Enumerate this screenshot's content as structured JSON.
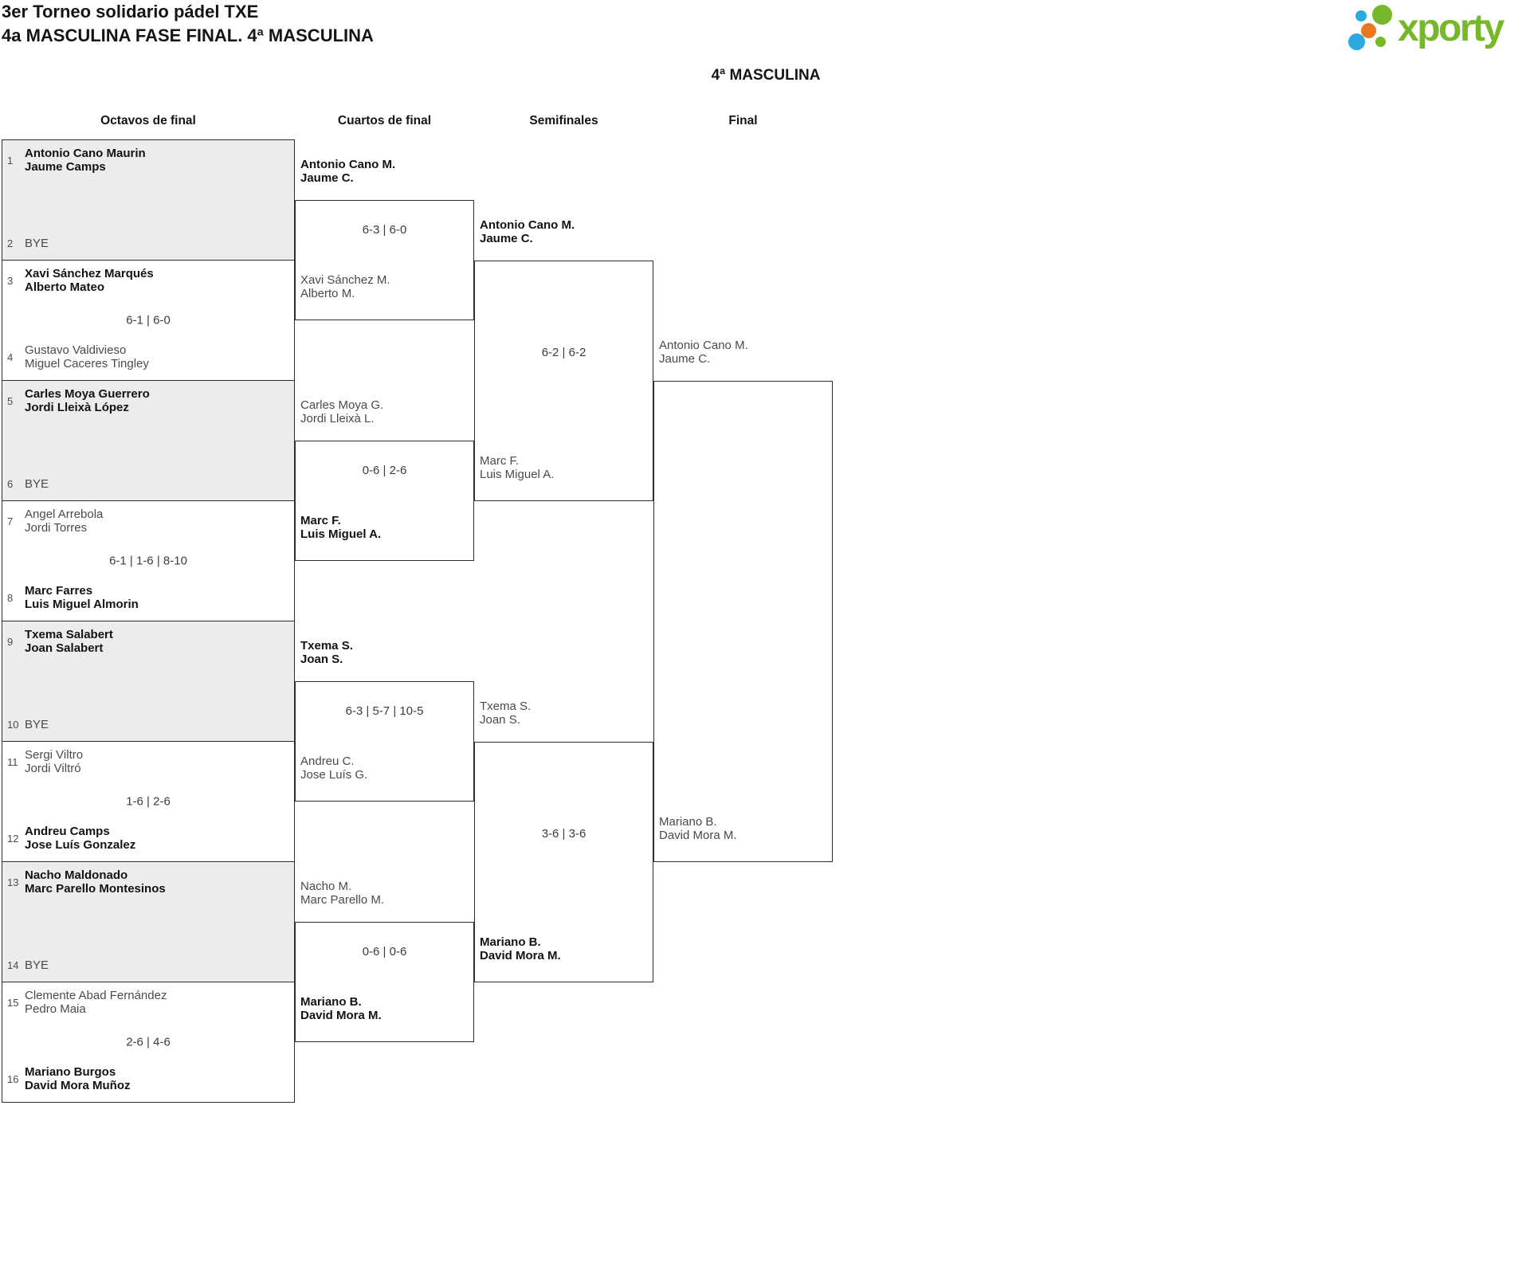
{
  "page": {
    "title_line1": "3er Torneo solidario pádel TXE",
    "title_line2": "4a MASCULINA FASE FINAL. 4ª MASCULINA",
    "category_header": "4ª MASCULINA",
    "logo_text": "xporty"
  },
  "colors": {
    "logo_green": "#76b82a",
    "logo_blue": "#2ba9e1",
    "logo_orange": "#e8791e",
    "box_shaded": "#ececec",
    "box_border": "#2e2e2e"
  },
  "bracket": {
    "rounds": [
      {
        "label": "Octavos de final",
        "matches": [
          {
            "shaded": true,
            "score": null,
            "top": {
              "seed": "1",
              "lines": [
                "Antonio Cano Maurin",
                "Jaume Camps"
              ],
              "winner": true
            },
            "bottom": {
              "seed": "2",
              "lines": [
                "BYE"
              ],
              "winner": false
            }
          },
          {
            "shaded": false,
            "score": "6-1 | 6-0",
            "top": {
              "seed": "3",
              "lines": [
                "Xavi Sánchez Marqués",
                "Alberto Mateo"
              ],
              "winner": true
            },
            "bottom": {
              "seed": "4",
              "lines": [
                "Gustavo Valdivieso",
                "Miguel Caceres Tingley"
              ],
              "winner": false
            }
          },
          {
            "shaded": true,
            "score": null,
            "top": {
              "seed": "5",
              "lines": [
                "Carles Moya Guerrero",
                "Jordi Lleixà López"
              ],
              "winner": true
            },
            "bottom": {
              "seed": "6",
              "lines": [
                "BYE"
              ],
              "winner": false
            }
          },
          {
            "shaded": false,
            "score": "6-1 | 1-6 | 8-10",
            "top": {
              "seed": "7",
              "lines": [
                "Angel Arrebola",
                "Jordi Torres"
              ],
              "winner": false
            },
            "bottom": {
              "seed": "8",
              "lines": [
                "Marc Farres",
                "Luis Miguel Almorin"
              ],
              "winner": true
            }
          },
          {
            "shaded": true,
            "score": null,
            "top": {
              "seed": "9",
              "lines": [
                "Txema Salabert",
                "Joan Salabert"
              ],
              "winner": true
            },
            "bottom": {
              "seed": "10",
              "lines": [
                "BYE"
              ],
              "winner": false
            }
          },
          {
            "shaded": false,
            "score": "1-6 | 2-6",
            "top": {
              "seed": "11",
              "lines": [
                "Sergi Viltro",
                "Jordi Viltró"
              ],
              "winner": false
            },
            "bottom": {
              "seed": "12",
              "lines": [
                "Andreu Camps",
                "Jose Luís Gonzalez"
              ],
              "winner": true
            }
          },
          {
            "shaded": true,
            "score": null,
            "top": {
              "seed": "13",
              "lines": [
                "Nacho Maldonado",
                "Marc Parello Montesinos"
              ],
              "winner": true
            },
            "bottom": {
              "seed": "14",
              "lines": [
                "BYE"
              ],
              "winner": false
            }
          },
          {
            "shaded": false,
            "score": "2-6 | 4-6",
            "top": {
              "seed": "15",
              "lines": [
                "Clemente Abad Fernández",
                "Pedro Maia"
              ],
              "winner": false
            },
            "bottom": {
              "seed": "16",
              "lines": [
                "Mariano Burgos",
                "David Mora Muñoz"
              ],
              "winner": true
            }
          }
        ]
      },
      {
        "label": "Cuartos de final",
        "matches": [
          {
            "score": "6-3 | 6-0",
            "top": {
              "lines": [
                "Antonio Cano M.",
                "Jaume C."
              ],
              "winner": true
            },
            "bottom": {
              "lines": [
                "Xavi Sánchez M.",
                "Alberto M."
              ],
              "winner": false
            }
          },
          {
            "score": "0-6 | 2-6",
            "top": {
              "lines": [
                "Carles Moya G.",
                "Jordi Lleixà L."
              ],
              "winner": false
            },
            "bottom": {
              "lines": [
                "Marc F.",
                "Luis Miguel A."
              ],
              "winner": true
            }
          },
          {
            "score": "6-3 | 5-7 | 10-5",
            "top": {
              "lines": [
                "Txema S.",
                "Joan S."
              ],
              "winner": true
            },
            "bottom": {
              "lines": [
                "Andreu C.",
                "Jose Luís G."
              ],
              "winner": false
            }
          },
          {
            "score": "0-6 | 0-6",
            "top": {
              "lines": [
                "Nacho M.",
                "Marc Parello M."
              ],
              "winner": false
            },
            "bottom": {
              "lines": [
                "Mariano B.",
                "David Mora M."
              ],
              "winner": true
            }
          }
        ]
      },
      {
        "label": "Semifinales",
        "matches": [
          {
            "score": "6-2 | 6-2",
            "top": {
              "lines": [
                "Antonio Cano M.",
                "Jaume C."
              ],
              "winner": true
            },
            "bottom": {
              "lines": [
                "Marc F.",
                "Luis Miguel A."
              ],
              "winner": false
            }
          },
          {
            "score": "3-6 | 3-6",
            "top": {
              "lines": [
                "Txema S.",
                "Joan S."
              ],
              "winner": false
            },
            "bottom": {
              "lines": [
                "Mariano B.",
                "David Mora M."
              ],
              "winner": true
            }
          }
        ]
      },
      {
        "label": "Final",
        "matches": [
          {
            "score": null,
            "top": {
              "lines": [
                "Antonio Cano M.",
                "Jaume C."
              ],
              "winner": false
            },
            "bottom": {
              "lines": [
                "Mariano B.",
                "David Mora M."
              ],
              "winner": false
            }
          }
        ]
      }
    ]
  }
}
